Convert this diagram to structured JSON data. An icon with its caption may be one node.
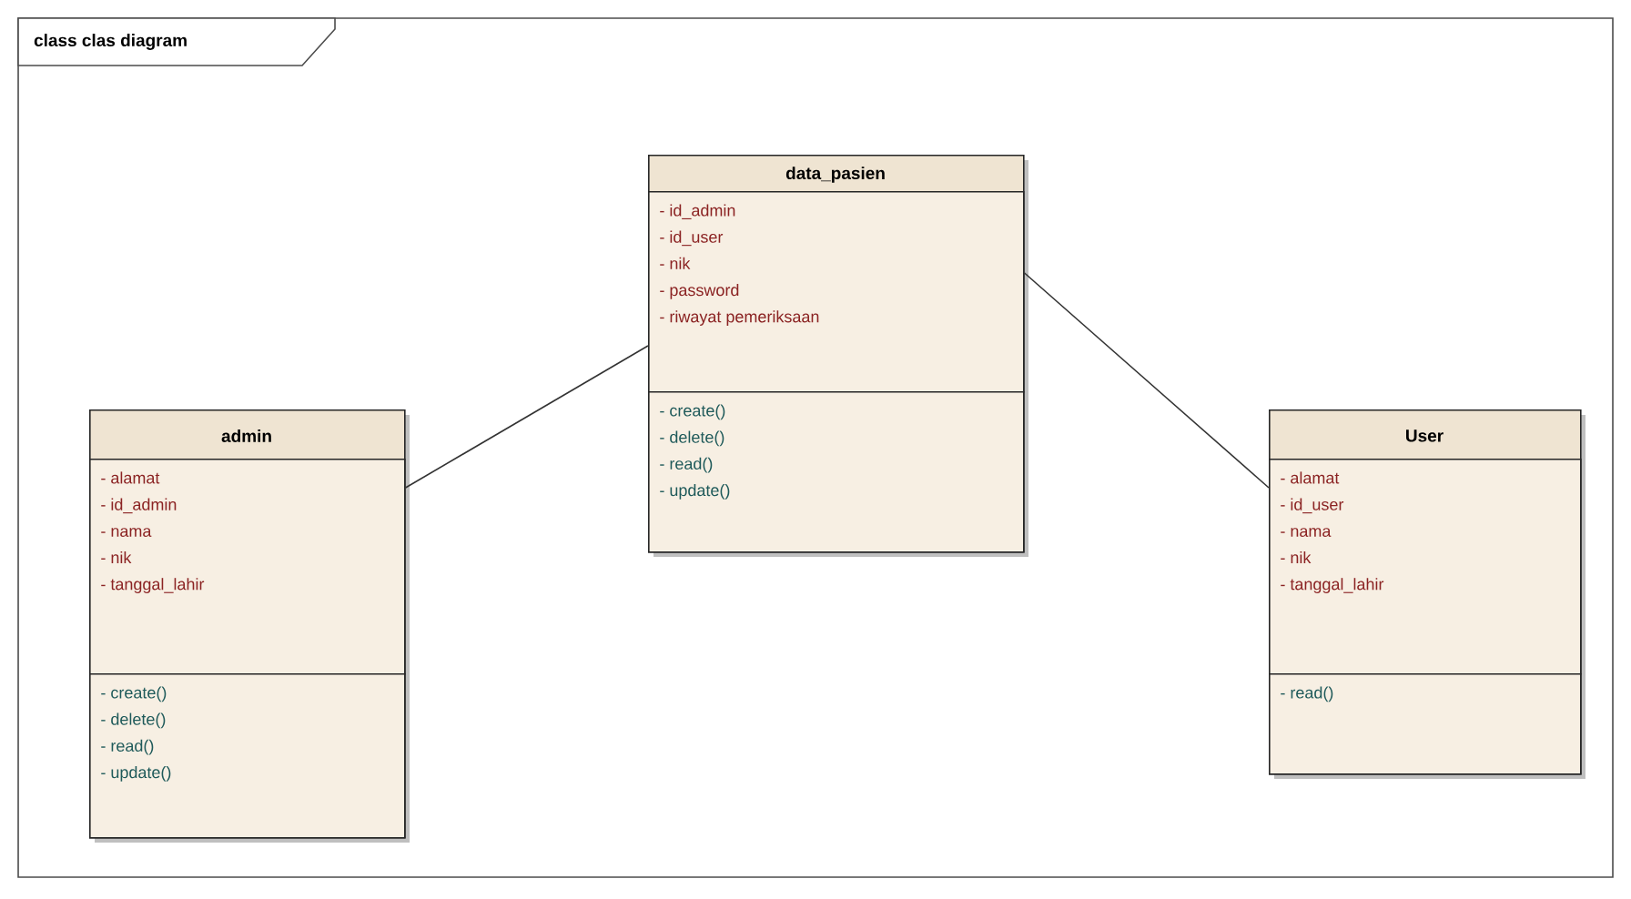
{
  "diagram": {
    "title": "class clas diagram",
    "nodes": [
      {
        "text": [
          "admin"
        ]
      },
      {
        "text": [
          "- alamat",
          "- id_admin",
          "- nama",
          "- nik",
          "- tanggal_lahir"
        ],
        "in": 0
      },
      {
        "text": [
          "- create()",
          "- delete()",
          "- read()",
          "- update()"
        ],
        "in": 0
      },
      {
        "text": [
          "data_pasien"
        ]
      },
      {
        "text": [
          "- id_admin",
          "- id_user",
          "- nik",
          "- password",
          "- riwayat pemeriksaan"
        ],
        "in": 3
      },
      {
        "text": [
          "- create()",
          "- delete()",
          "- read()",
          "- update()"
        ],
        "in": 3
      },
      {
        "text": [
          "User"
        ]
      },
      {
        "text": [
          "- alamat",
          "- id_user",
          "- nama",
          "- nik",
          "- tanggal_lahir"
        ],
        "in": 6
      },
      {
        "text": [
          "- read()"
        ],
        "in": 6
      }
    ],
    "edges": [
      {
        "from": 0,
        "to": 3,
        "arrow": "none"
      },
      {
        "from": 3,
        "to": 6,
        "arrow": "none"
      }
    ]
  }
}
